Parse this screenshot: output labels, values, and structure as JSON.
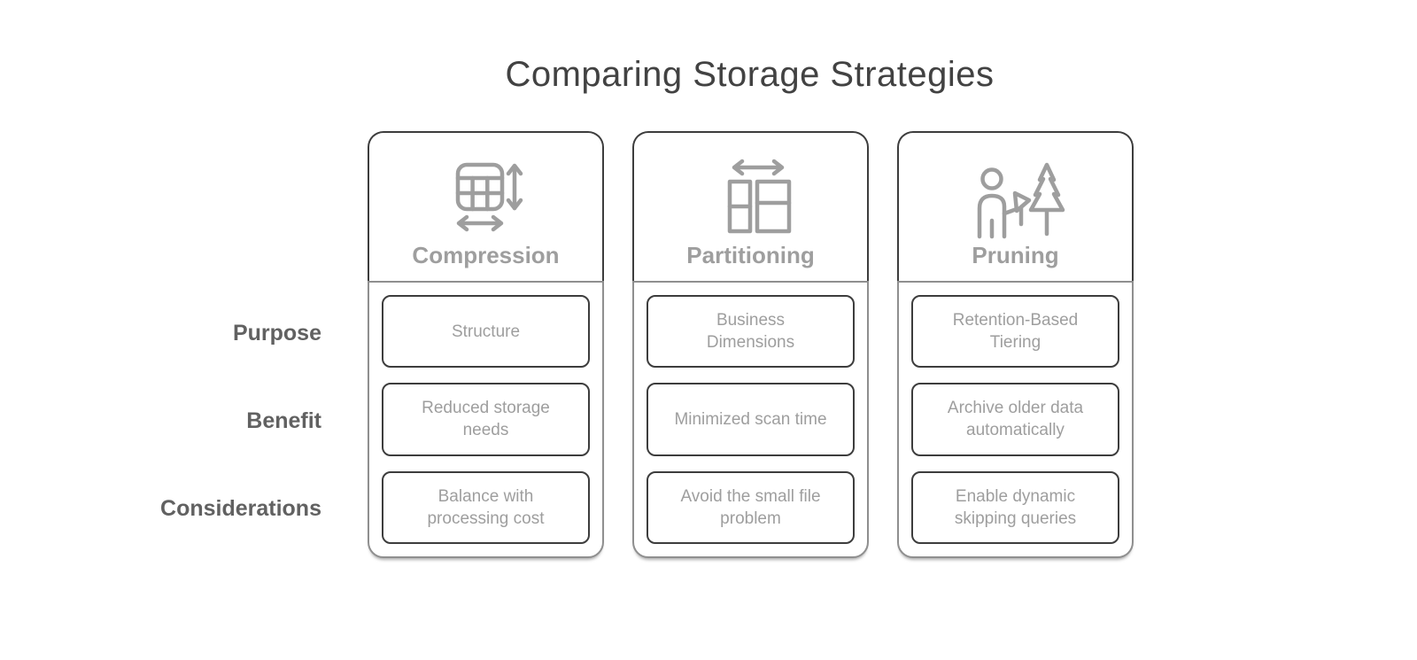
{
  "title": "Comparing Storage Strategies",
  "colors": {
    "background": "#ffffff",
    "title_text": "#424242",
    "column_header_text": "#9e9e9e",
    "row_label_text": "#616161",
    "cell_text": "#9e9e9e",
    "header_border": "#3d3d3d",
    "body_border": "#8f8f8f",
    "cell_border": "#3d3d3d",
    "icon_stroke": "#9e9e9e"
  },
  "row_labels": [
    "Purpose",
    "Benefit",
    "Considerations"
  ],
  "columns": [
    {
      "label": "Compression",
      "icon": "table-resize-icon",
      "cells": [
        "Structure",
        "Reduced storage\nneeds",
        "Balance with\nprocessing cost"
      ]
    },
    {
      "label": "Partitioning",
      "icon": "split-columns-icon",
      "cells": [
        "Business\nDimensions",
        "Minimized scan time",
        "Avoid the small file\nproblem"
      ]
    },
    {
      "label": "Pruning",
      "icon": "lumberjack-tree-icon",
      "cells": [
        "Retention-Based\nTiering",
        "Archive older data\nautomatically",
        "Enable dynamic\nskipping queries"
      ]
    }
  ]
}
